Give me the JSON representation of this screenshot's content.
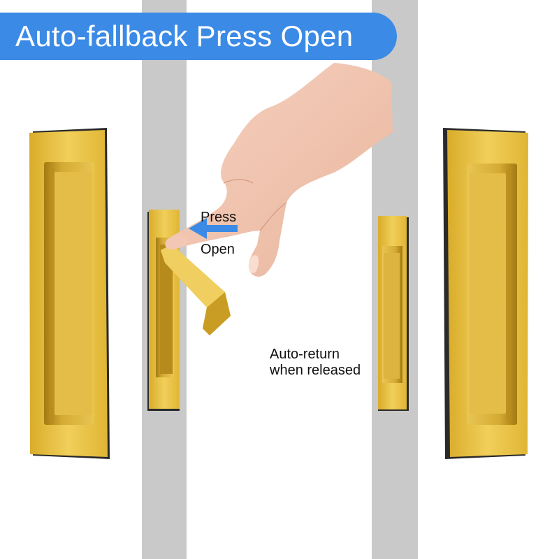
{
  "banner": {
    "title": "Auto-fallback Press Open",
    "color": "#3b8be6"
  },
  "annotations": {
    "press": "Press",
    "open": "Open",
    "auto_return_line1": "Auto-return",
    "auto_return_line2": "when released"
  },
  "colors": {
    "door_strip": "#c9c9c9",
    "gold": "#e2b93a",
    "gold_dark": "#b88d1c",
    "arrow": "#3b8be6"
  }
}
